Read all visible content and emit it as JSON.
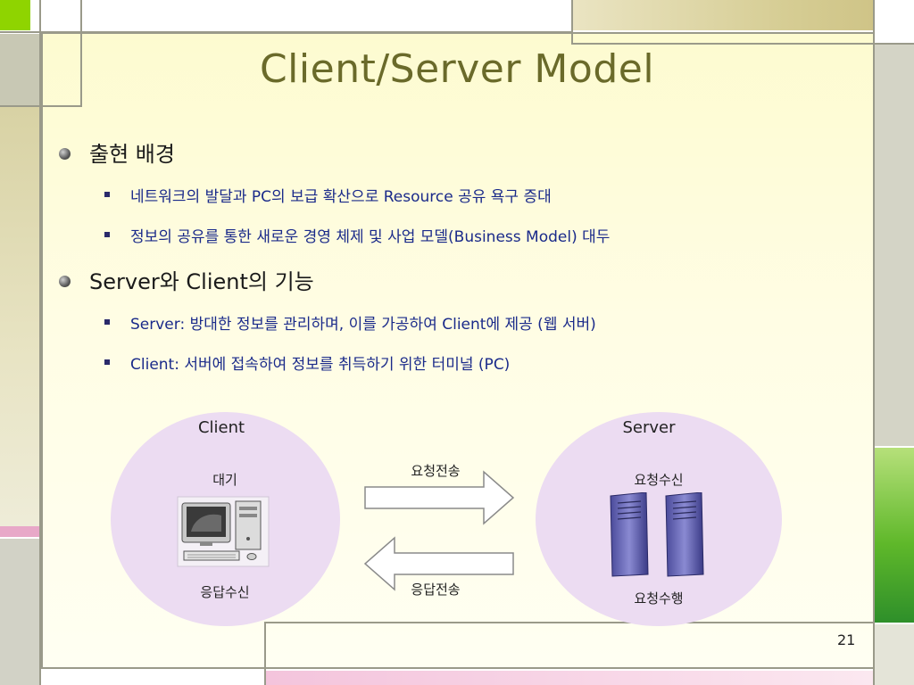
{
  "slide": {
    "title": "Client/Server Model",
    "page_number": "21"
  },
  "sections": [
    {
      "heading": "출현 배경",
      "items": [
        "네트워크의 발달과 PC의 보급 확산으로 Resource 공유 욕구 증대",
        "정보의 공유를 통한 새로운 경영 체제 및 사업 모델(Business Model) 대두"
      ]
    },
    {
      "heading": "Server와 Client의 기능",
      "items": [
        "Server: 방대한 정보를 관리하며, 이를 가공하여 Client에 제공 (웹 서버)",
        "Client: 서버에 접속하여 정보를 취득하기 위한 터미널 (PC)"
      ]
    }
  ],
  "diagram": {
    "client": {
      "label": "Client",
      "top_text": "대기",
      "bottom_text": "응답수신"
    },
    "server": {
      "label": "Server",
      "top_text": "요청수신",
      "bottom_text": "요청수행"
    },
    "request_label": "요청전송",
    "response_label": "응답전송"
  },
  "icons": {
    "bullet_level1": "sphere-bullet-icon",
    "bullet_level2": "square-bullet-icon",
    "client": "computer-icon",
    "server": "server-tower-icon",
    "request_arrow": "arrow-right-icon",
    "response_arrow": "arrow-left-icon"
  },
  "colors": {
    "title": "#6a6a2a",
    "level2_text": "#1a2a8a",
    "circle_fill": "#ecdcf2",
    "accent_green": "#8fd400",
    "accent_pink": "#e8a8c8"
  }
}
